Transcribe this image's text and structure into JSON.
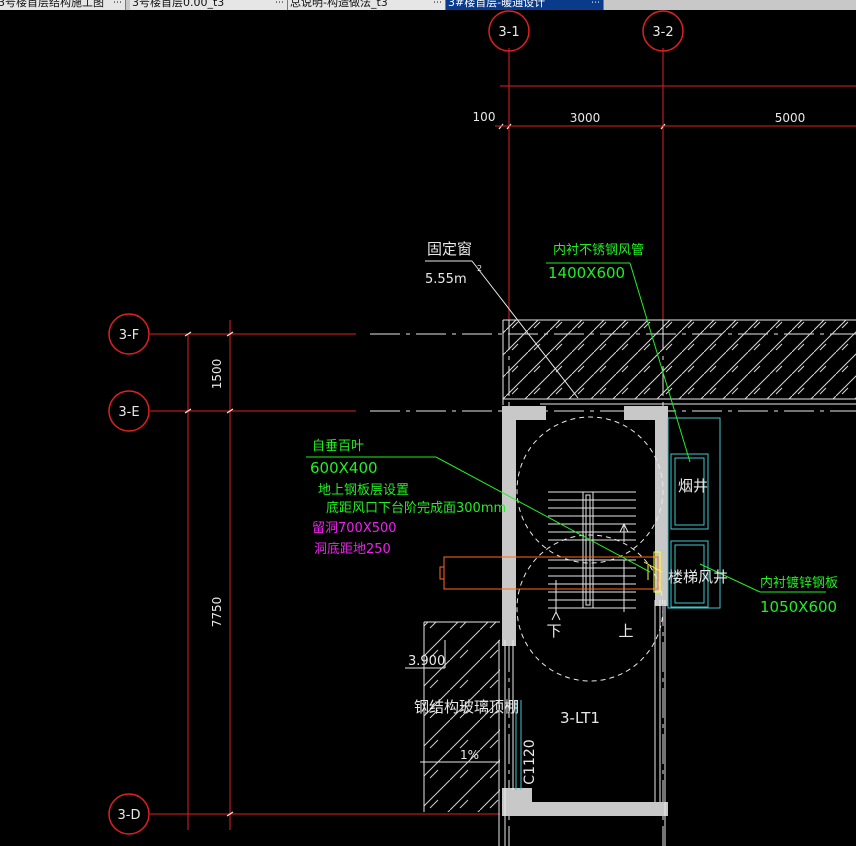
{
  "tabs": [
    {
      "label": "3号楼首层结构施工图",
      "active": false
    },
    {
      "label": "3号楼首层0.00_t3",
      "active": false
    },
    {
      "label": "总说明-构造做法_t3",
      "active": false
    },
    {
      "label": "3#楼首层-暖通设计",
      "active": true
    }
  ],
  "tab_close_glyph": "⋯",
  "axes": {
    "cols": [
      "3-1",
      "3-2"
    ],
    "rows": [
      "3-F",
      "3-E",
      "3-D"
    ]
  },
  "dims": {
    "top": [
      "100",
      "3000",
      "5000"
    ],
    "left": [
      "1500",
      "7750"
    ]
  },
  "labels": {
    "fixed_window": "固定窗",
    "fixed_window_h": "5.55m",
    "fixed_window_sup": "2",
    "duct_title": "内衬不锈钢风管",
    "duct_size": "1400X600",
    "louver_title": "自垂百叶",
    "louver_size": "600X400",
    "note1": "地上钢板层设置",
    "note2": "底距风口下台阶完成面300mm",
    "hole_size": "留洞700X500",
    "hole_height": "洞底距地250",
    "chimney": "烟井",
    "stair_shaft": "楼梯风井",
    "plate_title": "内衬镀锌钢板",
    "plate_size": "1050X600",
    "down": "下",
    "up": "上",
    "elev": "3.900",
    "canopy": "钢结构玻璃顶棚",
    "slope": "1%",
    "window_code": "C1120",
    "stair_code": "3-LT1"
  },
  "colors": {
    "axis_red": "#e02020",
    "dim_white": "#e8e8e8",
    "green": "#22ee22",
    "magenta": "#ee22ee",
    "cyan": "#40c8d0",
    "yellow": "#ffff30",
    "orange": "#ff6a1a",
    "grey_wall": "#c8c8c8"
  }
}
